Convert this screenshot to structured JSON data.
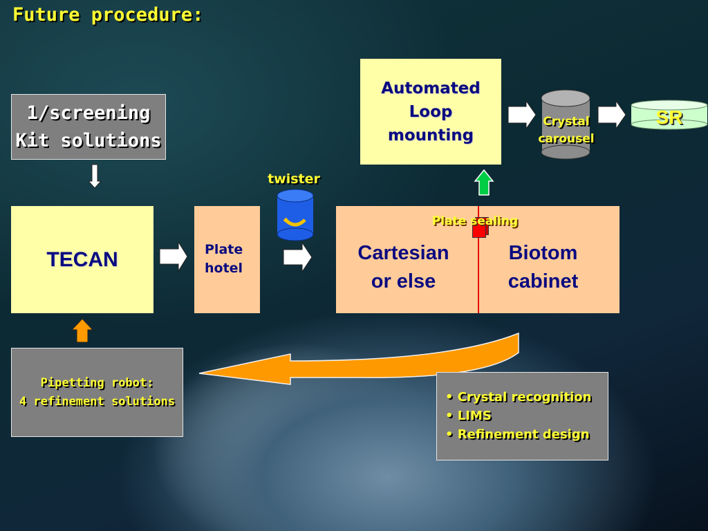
{
  "title": "Future procedure:",
  "screening_box": {
    "text": "1/screening\nKit solutions"
  },
  "tecan_box": {
    "text": "TECAN"
  },
  "plate_hotel_box": {
    "text": "Plate\n hotel"
  },
  "twister_label": "twister",
  "cartesian_text": "Cartesian\nor else",
  "biotom_text": "Biotom\ncabinet",
  "plate_sealing_label": "Plate sealing",
  "loop_box": {
    "text": "Automated\nLoop\nmounting"
  },
  "crystal_carousel_label": "Crystal\ncarousel",
  "sr_label": "SR",
  "pipetting_box": {
    "text": "Pipetting robot:\n4 refinement solutions"
  },
  "info_box": {
    "items": [
      "Crystal recognition",
      "LIMS",
      "Refinement design"
    ]
  },
  "colors": {
    "yellow_text": "#ffff33",
    "navy_text": "#0a0a80",
    "gray_box": "#7f7f7f",
    "pale_yellow_box": "#ffffa8",
    "peach_box": "#ffcc99",
    "blue_cylinder": "#1e5ee6",
    "gray_cylinder": "#8c8c8c",
    "green_disc": "#ccffcc",
    "orange_arrow": "#ff9900",
    "green_arrow": "#00cc44",
    "red_divider": "#e60000"
  }
}
